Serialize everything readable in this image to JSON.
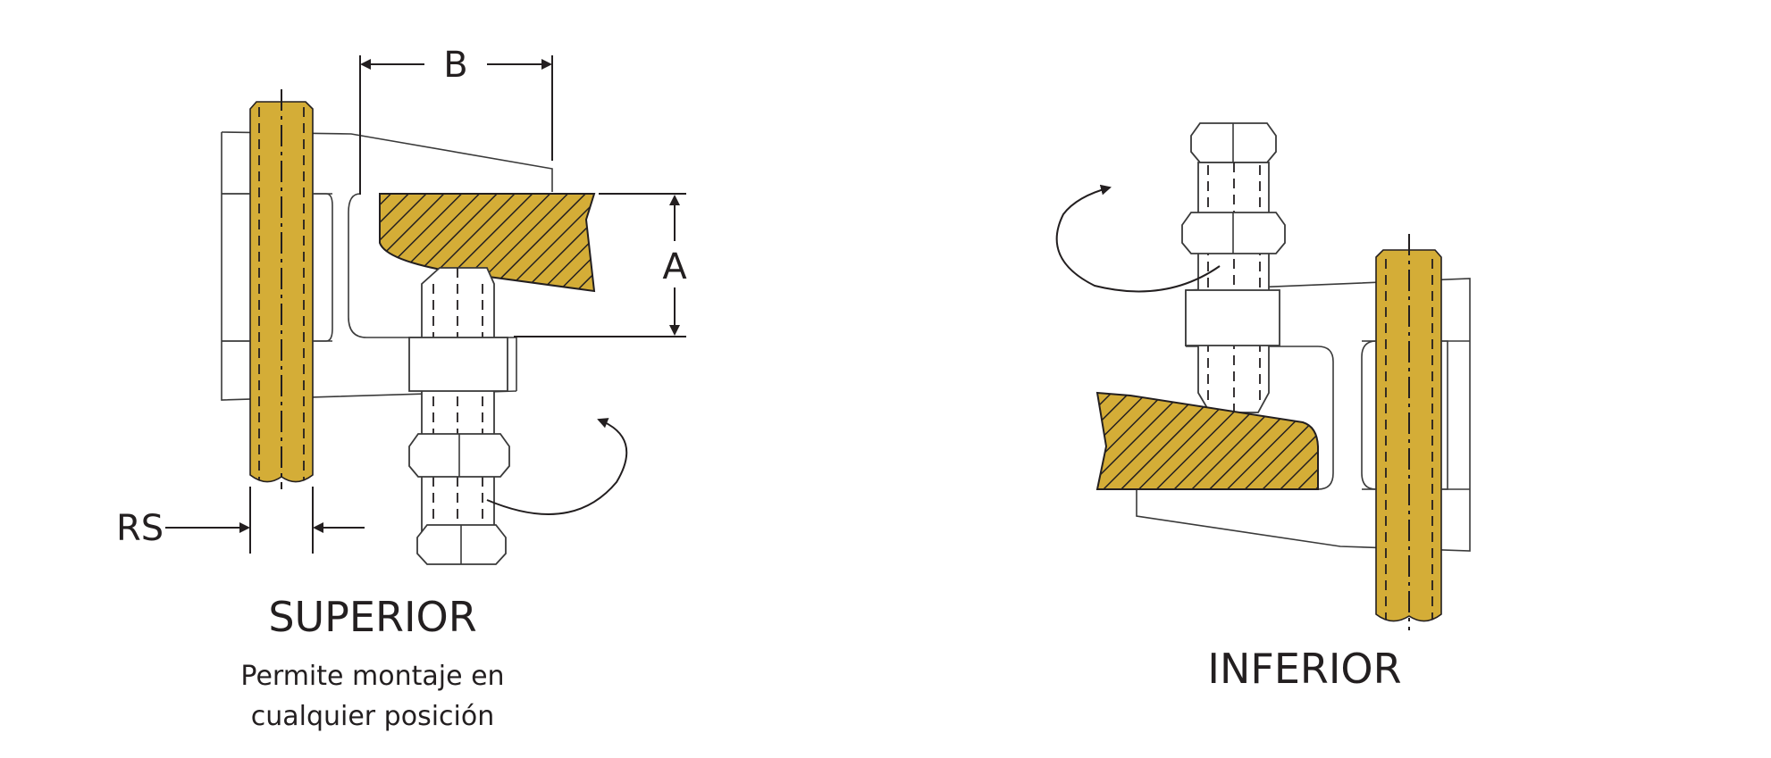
{
  "labels": {
    "dim_b": "B",
    "dim_a": "A",
    "dim_rs": "RS",
    "superior_title": "SUPERIOR",
    "superior_desc_line1": "Permite montaje en",
    "superior_desc_line2": "cualquier posición",
    "inferior_title": "INFERIOR"
  },
  "colors": {
    "gold": "#d4ad37",
    "hatch_line": "#231f20",
    "outline": "#3a3a3a",
    "text": "#231f20"
  }
}
